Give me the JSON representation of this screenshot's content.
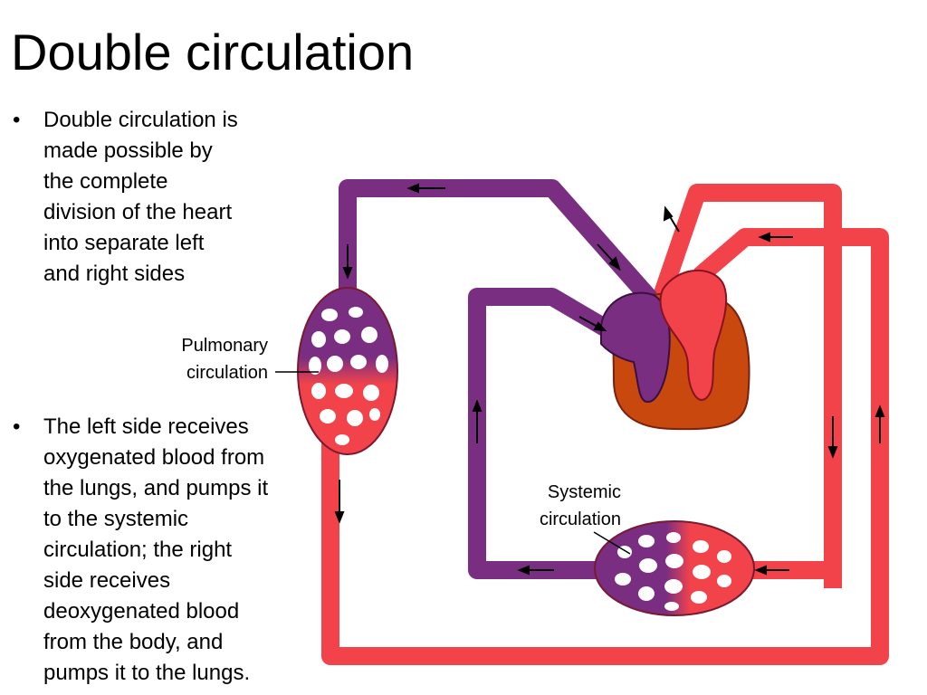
{
  "title": "Double circulation",
  "bullets": [
    {
      "symbol": "•",
      "lines": [
        "Double circulation is",
        "made possible by",
        "the complete",
        "division of the heart",
        "into separate left",
        "and right sides"
      ]
    },
    {
      "symbol": "•",
      "lines": [
        "The left side receives",
        "oxygenated blood from",
        "the lungs, and pumps it",
        "to the systemic",
        "circulation; the right",
        "side receives",
        "deoxygenated blood",
        "from the body, and",
        "pumps it to the lungs."
      ]
    }
  ],
  "labels": {
    "pulmonary": [
      "Pulmonary",
      "circulation"
    ],
    "systemic": [
      "Systemic",
      "circulation"
    ]
  },
  "colors": {
    "oxygenated": "#f2434b",
    "deoxygenated": "#7a2e82",
    "heart_wall": "#c8480e",
    "vessel_outline": "#8a1220"
  }
}
